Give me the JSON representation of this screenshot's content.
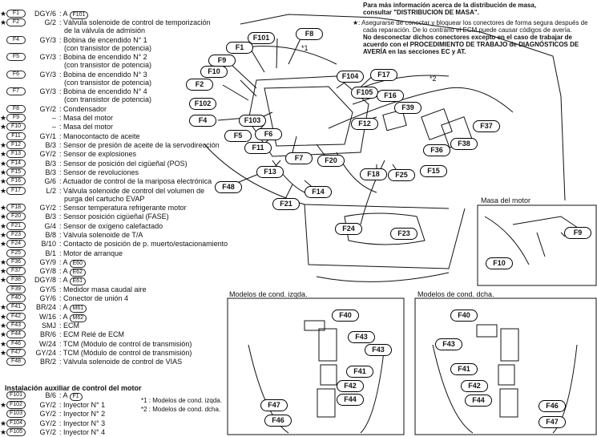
{
  "legend": [
    {
      "star": "★",
      "id": "F1",
      "code": "DGY/6",
      "desc": ": A ",
      "ref": "F101"
    },
    {
      "star": "★",
      "id": "F2",
      "code": "G/2",
      "desc": ": Válvula solenoide de control de temporización",
      "desc2": "de la válvula de admisión"
    },
    {
      "star": "",
      "id": "F4",
      "code": "GY/3",
      "desc": ": Bobina de encendido N° 1",
      "desc2": "(con transistor de potencia)"
    },
    {
      "star": "",
      "id": "F5",
      "code": "GY/3",
      "desc": ": Bobina de encendido N° 2",
      "desc2": "(con transistor de potencia)"
    },
    {
      "star": "",
      "id": "F6",
      "code": "GY/3",
      "desc": ": Bobina de encendido N° 3",
      "desc2": "(con transistor de potencia)"
    },
    {
      "star": "",
      "id": "F7",
      "code": "GY/3",
      "desc": ": Bobina de encendido N° 4",
      "desc2": "(con transistor de potencia)"
    },
    {
      "star": "",
      "id": "F8",
      "code": "GY/2",
      "desc": ": Condensador"
    },
    {
      "star": "★",
      "id": "F9",
      "code": "–",
      "desc": ": Masa del motor"
    },
    {
      "star": "★",
      "id": "F10",
      "code": "–",
      "desc": ": Masa del motor"
    },
    {
      "star": "",
      "id": "F11",
      "code": "GY/1",
      "desc": ": Manocontacto de aceite"
    },
    {
      "star": "★",
      "id": "F12",
      "code": "B/3",
      "desc": ": Sensor de presión de aceite de la servodirección"
    },
    {
      "star": "★",
      "id": "F13",
      "code": "GY/2",
      "desc": ": Sensor de explosiones"
    },
    {
      "star": "★",
      "id": "F14",
      "code": "B/3",
      "desc": ": Sensor de posición del cigüeñal (POS)"
    },
    {
      "star": "★",
      "id": "F15",
      "code": "B/3",
      "desc": ": Sensor de revoluciones"
    },
    {
      "star": "★",
      "id": "F16",
      "code": "G/6",
      "desc": ": Actuador de control de la mariposa electrónica"
    },
    {
      "star": "★",
      "id": "F17",
      "code": "L/2",
      "desc": ": Válvula solenoide de control del volumen de",
      "desc2": "purga del cartucho EVAP"
    },
    {
      "star": "★",
      "id": "F18",
      "code": "GY/2",
      "desc": ": Sensor temperatura refrigerante motor"
    },
    {
      "star": "★",
      "id": "F20",
      "code": "B/3",
      "desc": ": Sensor posición cigüeñal (FASE)"
    },
    {
      "star": "★",
      "id": "F21",
      "code": "G/4",
      "desc": ": Sensor de oxígeno calefactado"
    },
    {
      "star": "★",
      "id": "F23",
      "code": "B/8",
      "desc": ": Válvula solenoide de T/A"
    },
    {
      "star": "★",
      "id": "F24",
      "code": "B/10",
      "desc": ": Contacto de posición de p. muerto/estacionamiento"
    },
    {
      "star": "",
      "id": "F25",
      "code": "B/1",
      "desc": ": Motor de arranque"
    },
    {
      "star": "★",
      "id": "F36",
      "code": "GY/9",
      "desc": ": A ",
      "ref": "E60"
    },
    {
      "star": "★",
      "id": "F37",
      "code": "GY/8",
      "desc": ": A ",
      "ref": "E62"
    },
    {
      "star": "★",
      "id": "F38",
      "code": "DGY/8",
      "desc": ": A ",
      "ref": "E61"
    },
    {
      "star": "",
      "id": "F39",
      "code": "GY/5",
      "desc": ": Medidor masa caudal aire"
    },
    {
      "star": "",
      "id": "F40",
      "code": "GY/6",
      "desc": ": Conector de unión 4"
    },
    {
      "star": "★",
      "id": "F41",
      "code": "BR/24",
      "desc": ": A ",
      "ref": "M61"
    },
    {
      "star": "★",
      "id": "F42",
      "code": "W/16",
      "desc": ": A ",
      "ref": "M62"
    },
    {
      "star": "★",
      "id": "F43",
      "code": "SMJ",
      "desc": ": ECM"
    },
    {
      "star": "★",
      "id": "F44",
      "code": "BR/6",
      "desc": ": ECM Relé de ECM"
    },
    {
      "star": "★",
      "id": "F46",
      "code": "W/24",
      "desc": ": TCM (Módulo de control de transmisión)"
    },
    {
      "star": "★",
      "id": "F47",
      "code": "GY/24",
      "desc": ": TCM (Módulo de control de transmisión)"
    },
    {
      "star": "",
      "id": "F48",
      "code": "BR/2",
      "desc": ": Válvula solenoide de control de VIAS"
    }
  ],
  "aux_title": "Instalación auxiliar de control del motor",
  "aux_legend": [
    {
      "star": "",
      "id": "F101",
      "code": "B/6",
      "desc": ": A ",
      "ref": "F1"
    },
    {
      "star": "★",
      "id": "F102",
      "code": "GY/2",
      "desc": ": Inyector N° 1"
    },
    {
      "star": "",
      "id": "F103",
      "code": "GY/2",
      "desc": ": Inyector N° 2"
    },
    {
      "star": "★",
      "id": "F104",
      "code": "GY/2",
      "desc": ": Inyector N° 3"
    },
    {
      "star": "★",
      "id": "F105",
      "code": "GY/2",
      "desc": ": Inyector N° 4"
    }
  ],
  "footnotes": {
    "n1": "*1 : Modelos de cond. izqda.",
    "n2": "*2 : Modelos de cond. dcha."
  },
  "top_note": {
    "line1": "Para más información acerca de la distribución de masa,",
    "line2": "consultar \"DISTRIBUCION DE MASA\".",
    "star_text1": "★: Asegurarse de conectar y bloquear los conectores de forma segura después de",
    "star_text2": "cada reparación. De lo contrario el ECM puede causar códigos de avería.",
    "bold1": "No desconectar dichos conectores excepto en el caso de trabajar de",
    "bold2": "acuerdo con el PROCEDIMIENTO DE TRABAJO de DIAGNÓSTICOS DE",
    "bold3": "AVERÍA en las secciones EC y AT."
  },
  "panels": {
    "engine_ground": "Masa del motor",
    "lhd": "Modelos de cond. izqda.",
    "rhd": "Modelos de cond. dcha."
  },
  "callouts": {
    "F1": "F1",
    "F2": "F2",
    "F4": "F4",
    "F5": "F5",
    "F6": "F6",
    "F7": "F7",
    "F8": "F8",
    "F9": "F9",
    "F10": "F10",
    "F11": "F11",
    "F12": "F12",
    "F13": "F13",
    "F14": "F14",
    "F15": "F15",
    "F16": "F16",
    "F17": "F17",
    "F18": "F18",
    "F20": "F20",
    "F21": "F21",
    "F23": "F23",
    "F24": "F24",
    "F25": "F25",
    "F36": "F36",
    "F37": "F37",
    "F38": "F38",
    "F39": "F39",
    "F48": "F48",
    "F101": "F101",
    "F102": "F102",
    "F103": "F103",
    "F104": "F104",
    "F105": "F105",
    "F40": "F40",
    "F41": "F41",
    "F42": "F42",
    "F43": "F43",
    "F44": "F44",
    "F46": "F46",
    "F47": "F47",
    "n1": "*1",
    "n2": "*2"
  }
}
